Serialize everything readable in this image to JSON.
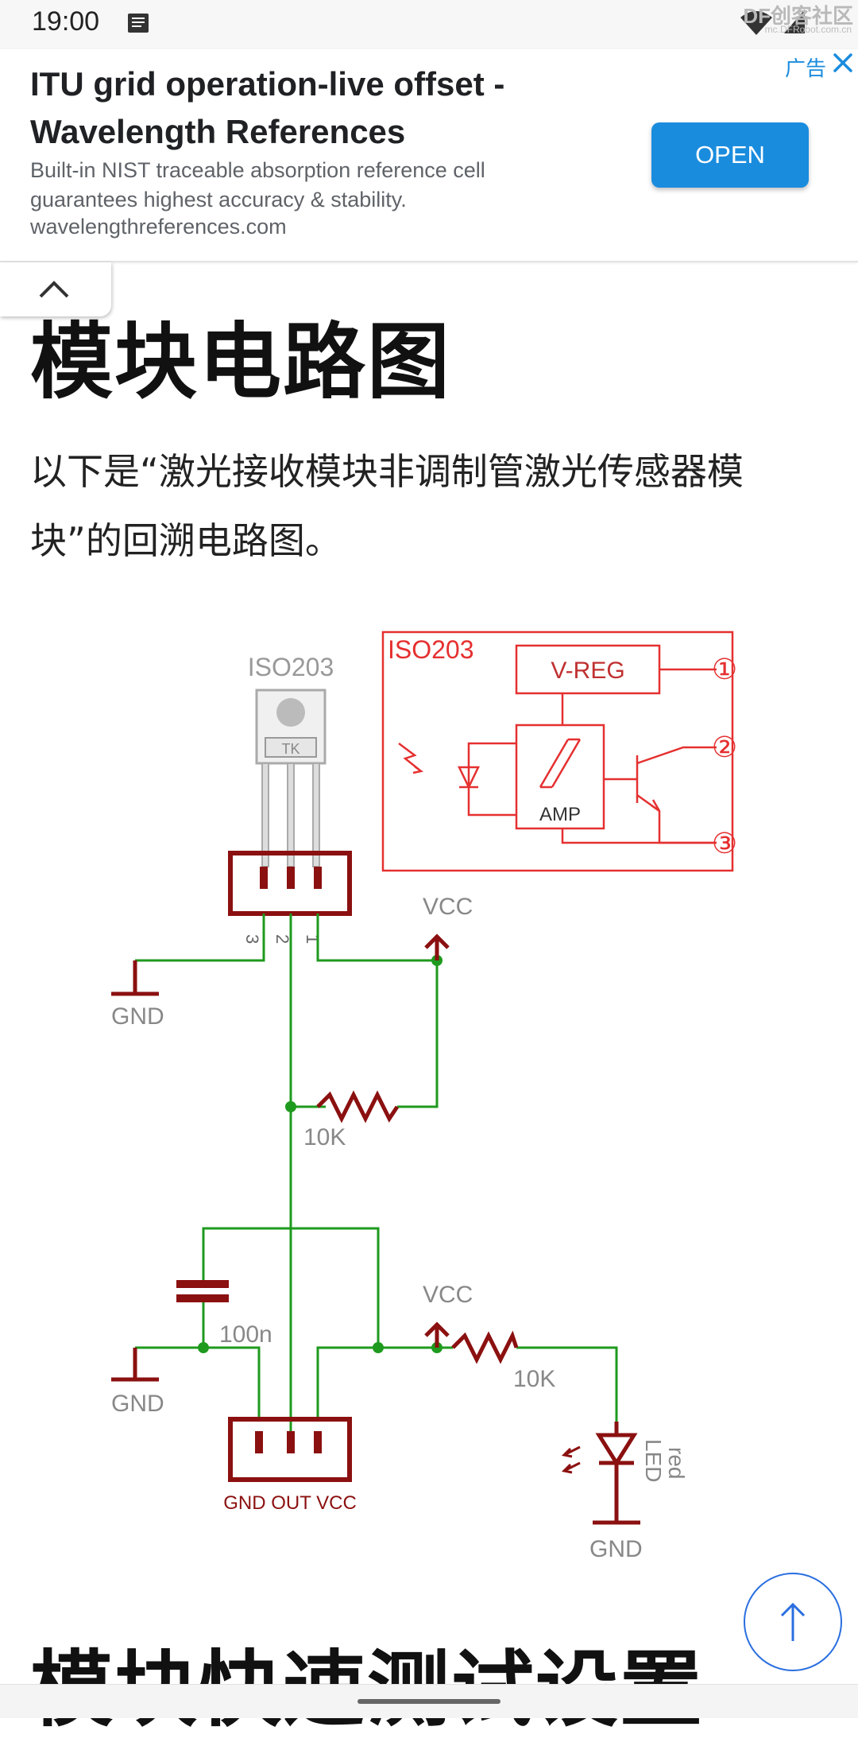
{
  "status": {
    "time": "19:00",
    "watermark": "DF创客社区",
    "watermark_sub": "mc.DFRobot.com.cn"
  },
  "ad": {
    "title": "ITU grid operation-live offset - Wavelength References",
    "description": "Built-in NIST traceable absorption reference cell guarantees highest accuracy & stability.",
    "url": "wavelengthreferences.com",
    "label": "广告",
    "open_label": "OPEN"
  },
  "article": {
    "heading": "模块电路图",
    "paragraph": "以下是“激光接收模块非调制管激光传感器模块”的回溯电路图。",
    "next_heading": "模块快速测试设置"
  },
  "circuit": {
    "chip_name": "ISO203",
    "chip_marking": "TK",
    "block_title": "ISO203",
    "vreg": "V-REG",
    "amp": "AMP",
    "pin1": "①",
    "pin2": "②",
    "pin3": "③",
    "pin_num_3": "3",
    "pin_num_2": "2",
    "pin_num_1": "1",
    "vcc_top": "VCC",
    "gnd_left_top": "GND",
    "resistor1": "10K",
    "capacitor": "100n",
    "gnd_left_bottom": "GND",
    "vcc_bottom": "VCC",
    "resistor2": "10K",
    "header_label": "GND OUT VCC",
    "led_label": "LED",
    "led_color": "red",
    "gnd_led": "GND"
  },
  "colors": {
    "accent": "#1a8cde",
    "wire": "#1e9a1e",
    "component": "#8b1010",
    "block": "#e53030"
  }
}
